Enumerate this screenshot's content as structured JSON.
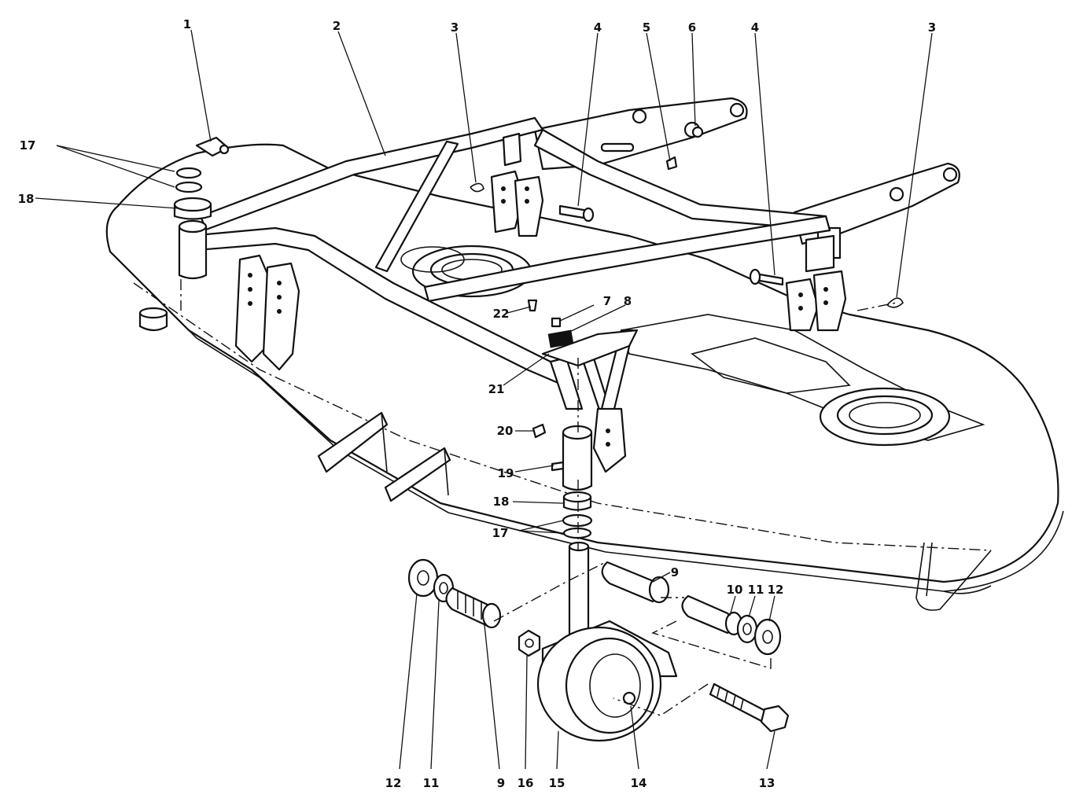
{
  "diagram": {
    "callouts": [
      {
        "id": "c1",
        "label": "1"
      },
      {
        "id": "c2",
        "label": "2"
      },
      {
        "id": "c3a",
        "label": "3"
      },
      {
        "id": "c4a",
        "label": "4"
      },
      {
        "id": "c5",
        "label": "5"
      },
      {
        "id": "c6",
        "label": "6"
      },
      {
        "id": "c4b",
        "label": "4"
      },
      {
        "id": "c3b",
        "label": "3"
      },
      {
        "id": "c17a",
        "label": "17"
      },
      {
        "id": "c18a",
        "label": "18"
      },
      {
        "id": "c7",
        "label": "7"
      },
      {
        "id": "c8",
        "label": "8"
      },
      {
        "id": "c22",
        "label": "22"
      },
      {
        "id": "c21",
        "label": "21"
      },
      {
        "id": "c20",
        "label": "20"
      },
      {
        "id": "c19",
        "label": "19"
      },
      {
        "id": "c18b",
        "label": "18"
      },
      {
        "id": "c17b",
        "label": "17"
      },
      {
        "id": "c9a",
        "label": "9"
      },
      {
        "id": "c10",
        "label": "10"
      },
      {
        "id": "c11a",
        "label": "11"
      },
      {
        "id": "c12a",
        "label": "12"
      },
      {
        "id": "c12b",
        "label": "12"
      },
      {
        "id": "c11b",
        "label": "11"
      },
      {
        "id": "c9b",
        "label": "9"
      },
      {
        "id": "c16",
        "label": "16"
      },
      {
        "id": "c15",
        "label": "15"
      },
      {
        "id": "c14",
        "label": "14"
      },
      {
        "id": "c13",
        "label": "13"
      }
    ]
  }
}
